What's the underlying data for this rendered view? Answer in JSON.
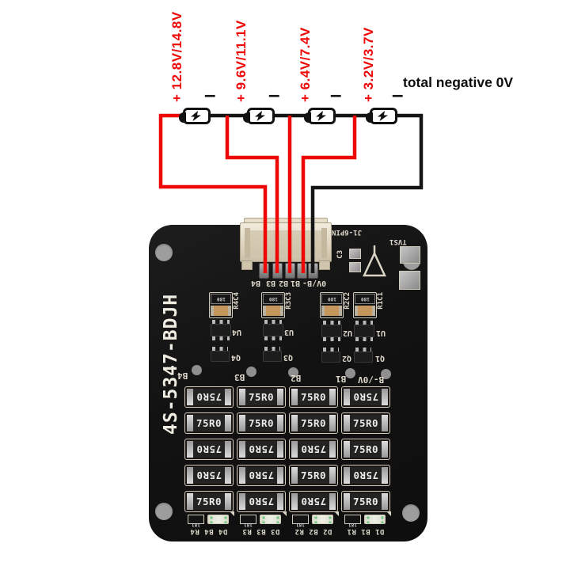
{
  "colors": {
    "wire_red": "#ee0707",
    "wire_black": "#151515",
    "silkscreen": "#ded9cb",
    "board": "#141414"
  },
  "annotation": {
    "total_negative_label": "total negative 0V",
    "minus_symbol": "–",
    "batteries": [
      {
        "voltage_label": "+ 12.8V/14.8V"
      },
      {
        "voltage_label": "+ 9.6V/11.1V"
      },
      {
        "voltage_label": "+ 6.4V/7.4V"
      },
      {
        "voltage_label": "+ 3.2V/3.7V"
      }
    ]
  },
  "board": {
    "part_number": "4S-5347-BDJH",
    "connector_label": "J1-6PIN",
    "pin_labels": [
      "B4",
      "B3",
      "B2",
      "B1",
      "0V/B-"
    ],
    "tvs_label": "TVS1",
    "capacitor_label": "C3",
    "rc_pair_labels": [
      "R4C4",
      "R3C3",
      "R2C2",
      "R1C1"
    ],
    "rc_resistor_marking": "180",
    "ic_labels": [
      "U4",
      "U3",
      "U2",
      "U1"
    ],
    "transistor_labels": [
      "Q4",
      "Q3",
      "Q2",
      "Q1"
    ],
    "bank_labels": [
      "B4",
      "B3",
      "B2",
      "B1",
      "B-/0V"
    ],
    "balance_resistor_value": "75R0",
    "balance_resistor_orientations": [
      [
        "flip",
        "up",
        "up",
        "flip"
      ],
      [
        "up",
        "up",
        "up",
        "up"
      ],
      [
        "flip",
        "flip",
        "flip",
        "up"
      ],
      [
        "flip",
        "flip",
        "up",
        "flip"
      ],
      [
        "up",
        "flip",
        "flip",
        "up"
      ]
    ],
    "led_row_labels": [
      "D4 B4 R4",
      "D3 B3 R3",
      "D2 B2 R2",
      "D1 B1 R1"
    ],
    "led_resistor_marking": "181"
  }
}
